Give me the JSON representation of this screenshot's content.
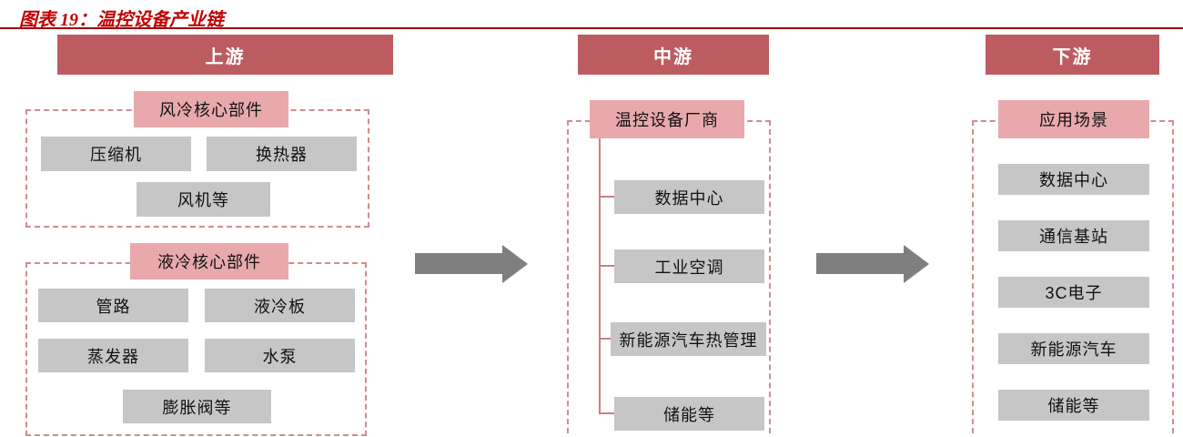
{
  "figure_title": "图表 19：温控设备产业链",
  "colors": {
    "title_red": "#c00000",
    "rule_red": "#a00000",
    "header_bg": "#bd5c60",
    "header_text": "#ffffff",
    "tab_bg": "#e9a9ac",
    "dashed_border": "#d48a8d",
    "item_bg": "#c6c6c6",
    "arrow_gray": "#7f7f7f",
    "connector_pink": "#c98084"
  },
  "upstream": {
    "header": "上游",
    "groups": [
      {
        "tab": "风冷核心部件",
        "items": [
          "压缩机",
          "换热器",
          "风机等"
        ]
      },
      {
        "tab": "液冷核心部件",
        "items": [
          "管路",
          "液冷板",
          "蒸发器",
          "水泵",
          "膨胀阀等"
        ]
      }
    ]
  },
  "midstream": {
    "header": "中游",
    "tab": "温控设备厂商",
    "items": [
      "数据中心",
      "工业空调",
      "新能源汽车热管理",
      "储能等"
    ]
  },
  "downstream": {
    "header": "下游",
    "tab": "应用场景",
    "items": [
      "数据中心",
      "通信基站",
      "3C电子",
      "新能源汽车",
      "储能等"
    ]
  }
}
